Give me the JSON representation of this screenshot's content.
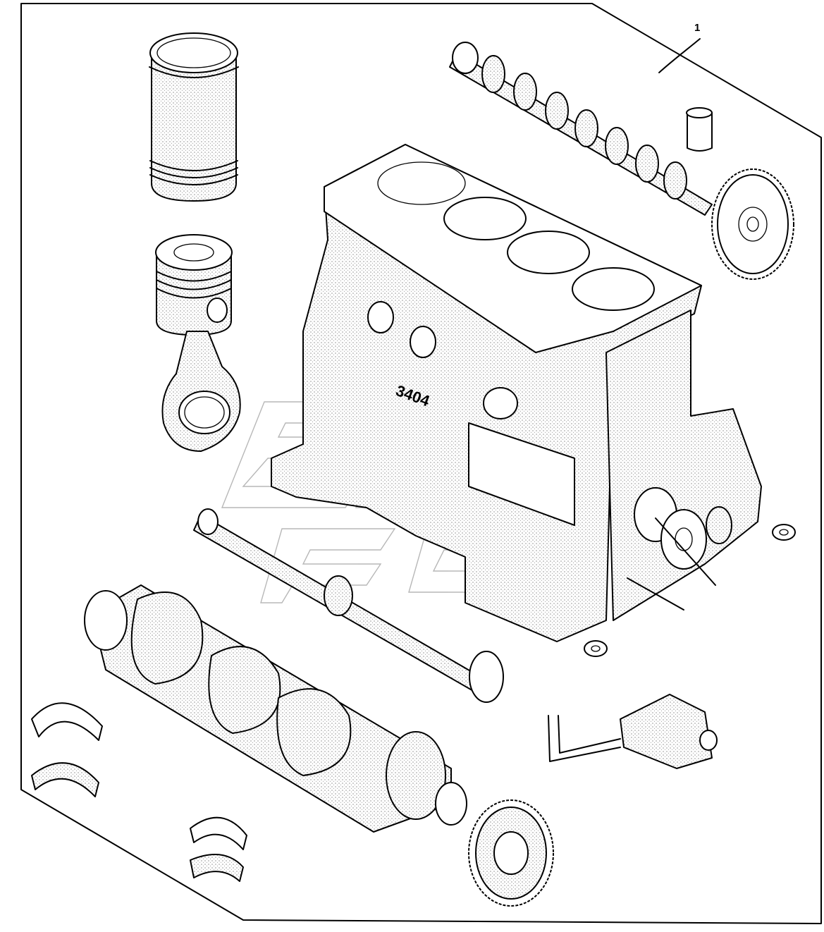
{
  "callouts": [
    {
      "number": "1",
      "part": "short-block-assembly"
    }
  ],
  "block_marking": "3404",
  "parts_shown": [
    "cylinder-liner",
    "piston-and-connecting-rod",
    "camshaft-with-gear",
    "cam-follower",
    "cylinder-block",
    "balancer-shaft",
    "crankshaft",
    "main-bearing-shells",
    "flywheel-ring-gear",
    "oil-pump-with-pickup",
    "idler-gear",
    "washers",
    "studs"
  ],
  "colors": {
    "line": "#000000",
    "background": "#ffffff",
    "watermark": "#9a9a9a"
  }
}
